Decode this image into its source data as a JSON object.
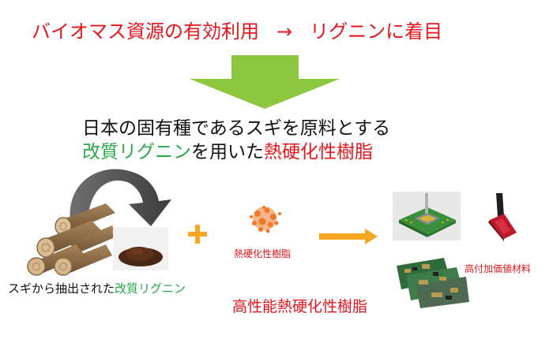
{
  "header": {
    "left": "バイオマス資源の有効利用",
    "arrow": "→",
    "right": "リグニンに着目"
  },
  "statement": {
    "line1": "日本の固有種であるスギを原料とする",
    "line2_green": "改質リグニン",
    "line2_mid": "を用いた",
    "line2_red": "熱硬化性樹脂"
  },
  "captions": {
    "source_prefix": "スギから抽出された",
    "source_highlight": "改質リグニン",
    "resin": "熱硬化性樹脂",
    "products": "高付加価値材料",
    "result": "高性能熱硬化性樹脂"
  },
  "colors": {
    "red": "#e8141b",
    "green": "#2ba84a",
    "arrow_green": "#8dc63f",
    "arrow_orange": "#f5a623"
  }
}
